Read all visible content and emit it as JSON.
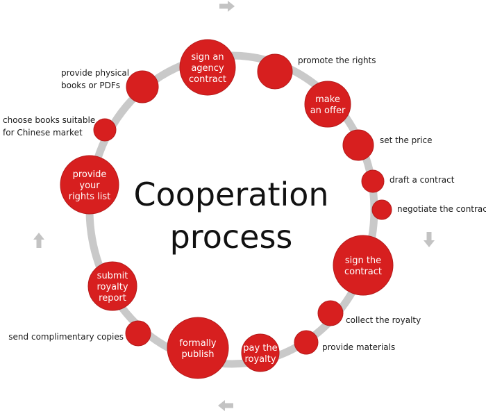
{
  "title": {
    "line1": "Cooperation",
    "line2": "process"
  },
  "colors": {
    "node": "#d71f1f",
    "node_stroke": "#b51a1a",
    "ring": "#c9c9c9",
    "arrow": "#c3c3c3",
    "node_text": "#ffffff",
    "label_text": "#1a1a1a",
    "title_text": "#111111"
  },
  "nodes": [
    {
      "id": "sign-agency-contract",
      "lines": [
        "sign an",
        "agency",
        "contract"
      ]
    },
    {
      "id": "promote-rights",
      "label": "promote the rights"
    },
    {
      "id": "make-offer",
      "lines": [
        "make",
        "an offer"
      ]
    },
    {
      "id": "set-price",
      "label": "set the price"
    },
    {
      "id": "draft-contract",
      "label": "draft a contract"
    },
    {
      "id": "negotiate-contract",
      "label": "negotiate the contract"
    },
    {
      "id": "sign-contract",
      "lines": [
        "sign the",
        "contract"
      ]
    },
    {
      "id": "collect-royalty",
      "label": "collect the royalty"
    },
    {
      "id": "provide-materials",
      "label": "provide materials"
    },
    {
      "id": "pay-royalty",
      "lines": [
        "pay the",
        "royalty"
      ]
    },
    {
      "id": "formally-publish",
      "lines": [
        "formally",
        "publish"
      ]
    },
    {
      "id": "send-copies",
      "label": "send complimentary copies"
    },
    {
      "id": "submit-royalty-report",
      "lines": [
        "submit",
        "royalty",
        "report"
      ]
    },
    {
      "id": "provide-rights-list",
      "lines": [
        "provide",
        "your",
        "rights list"
      ]
    },
    {
      "id": "choose-books",
      "label": [
        "choose books suitable",
        "for Chinese market"
      ]
    },
    {
      "id": "provide-books",
      "label": [
        "provide physical",
        "books or PDFs"
      ]
    }
  ],
  "arrows": [
    {
      "id": "arrow-top",
      "direction": "right"
    },
    {
      "id": "arrow-right",
      "direction": "down"
    },
    {
      "id": "arrow-bottom",
      "direction": "left"
    },
    {
      "id": "arrow-left",
      "direction": "up"
    }
  ]
}
